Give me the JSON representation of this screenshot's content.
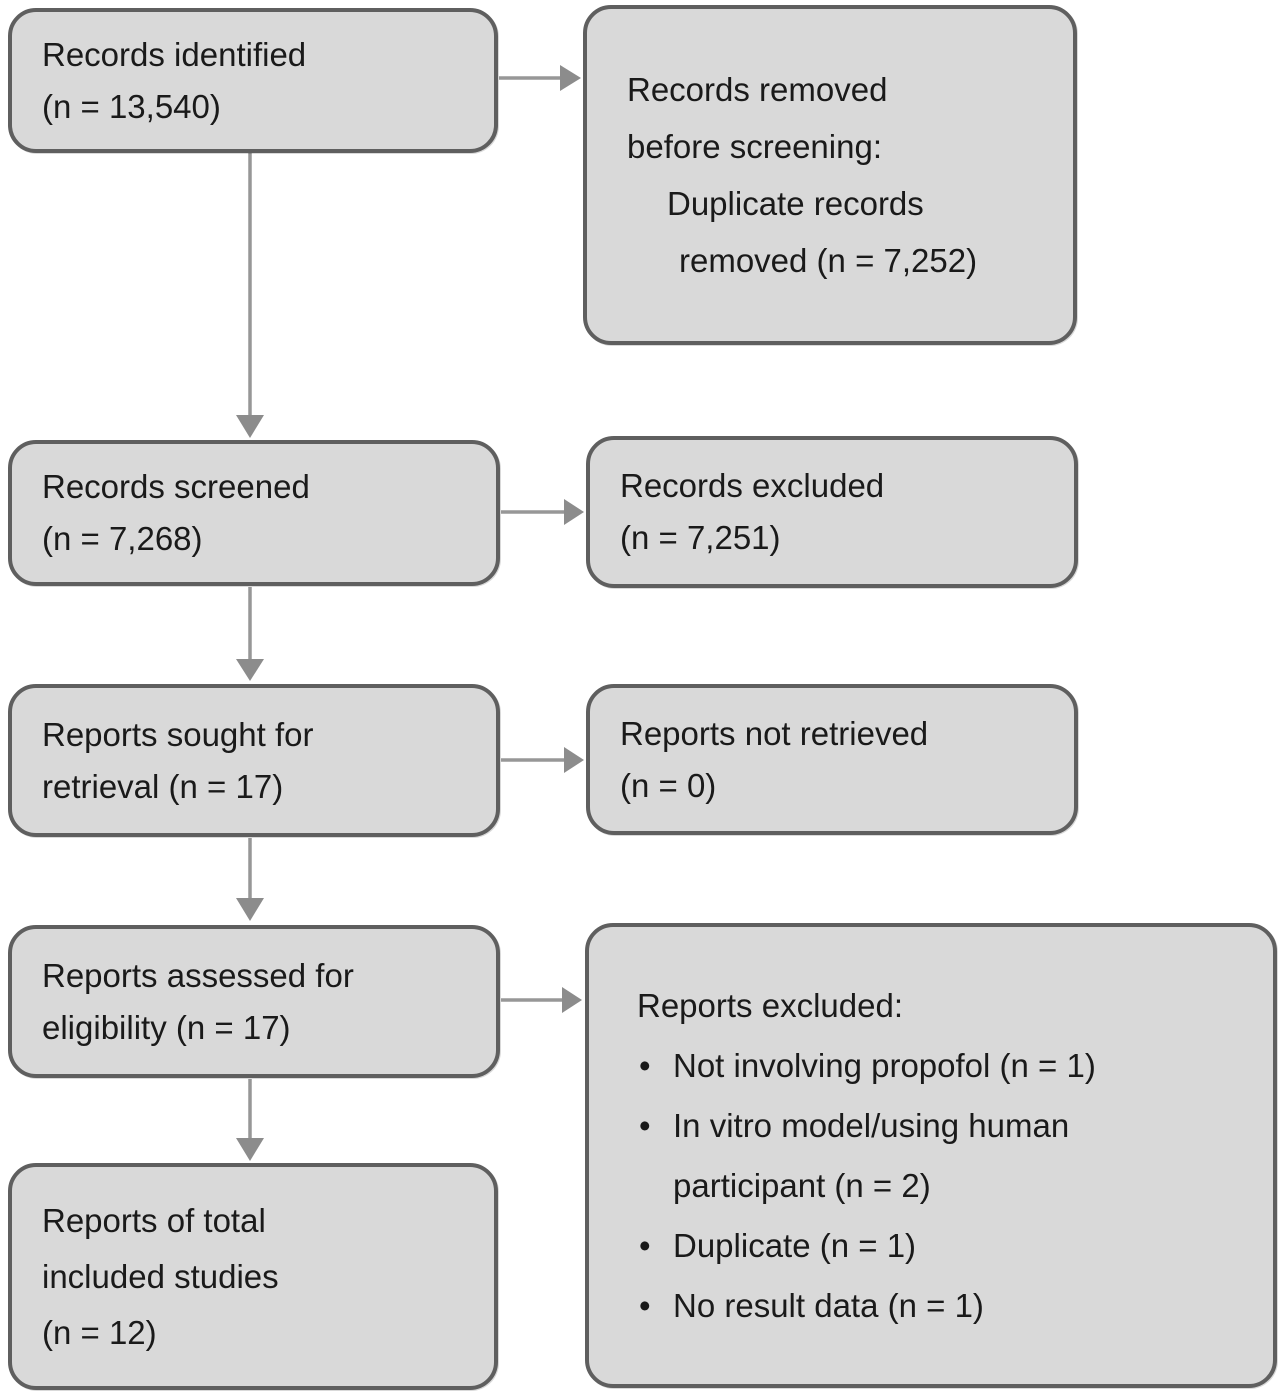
{
  "colors": {
    "box_fill": "#d9d9d9",
    "box_border": "#5f5f5f",
    "arrow": "#979797",
    "arrow_head": "#8c8c8c",
    "text": "#1a1a1a",
    "background": "#ffffff"
  },
  "boxes": {
    "records_identified": {
      "lines": [
        "Records identified",
        "(n = 13,540)"
      ]
    },
    "records_removed": {
      "lines": [
        "Records removed",
        "before screening:"
      ],
      "sub_lines": [
        "Duplicate records",
        "removed (n = 7,252)"
      ]
    },
    "records_screened": {
      "lines": [
        "Records screened",
        "(n = 7,268)"
      ]
    },
    "records_excluded": {
      "lines": [
        "Records excluded",
        "(n = 7,251)"
      ]
    },
    "reports_sought": {
      "lines": [
        "Reports sought for",
        "retrieval (n = 17)"
      ]
    },
    "reports_not_retrieved": {
      "lines": [
        "Reports not retrieved",
        "(n = 0)"
      ]
    },
    "reports_assessed": {
      "lines": [
        "Reports assessed for",
        "eligibility (n = 17)"
      ]
    },
    "reports_excluded": {
      "title": "Reports excluded:",
      "bullet": "•",
      "items": [
        "Not involving propofol (n = 1)",
        "In vitro model/using human participant (n = 2)",
        "Duplicate (n = 1)",
        "No result data (n = 1)"
      ]
    },
    "included_studies": {
      "lines": [
        "Reports of total",
        "included studies",
        "(n = 12)"
      ]
    }
  }
}
